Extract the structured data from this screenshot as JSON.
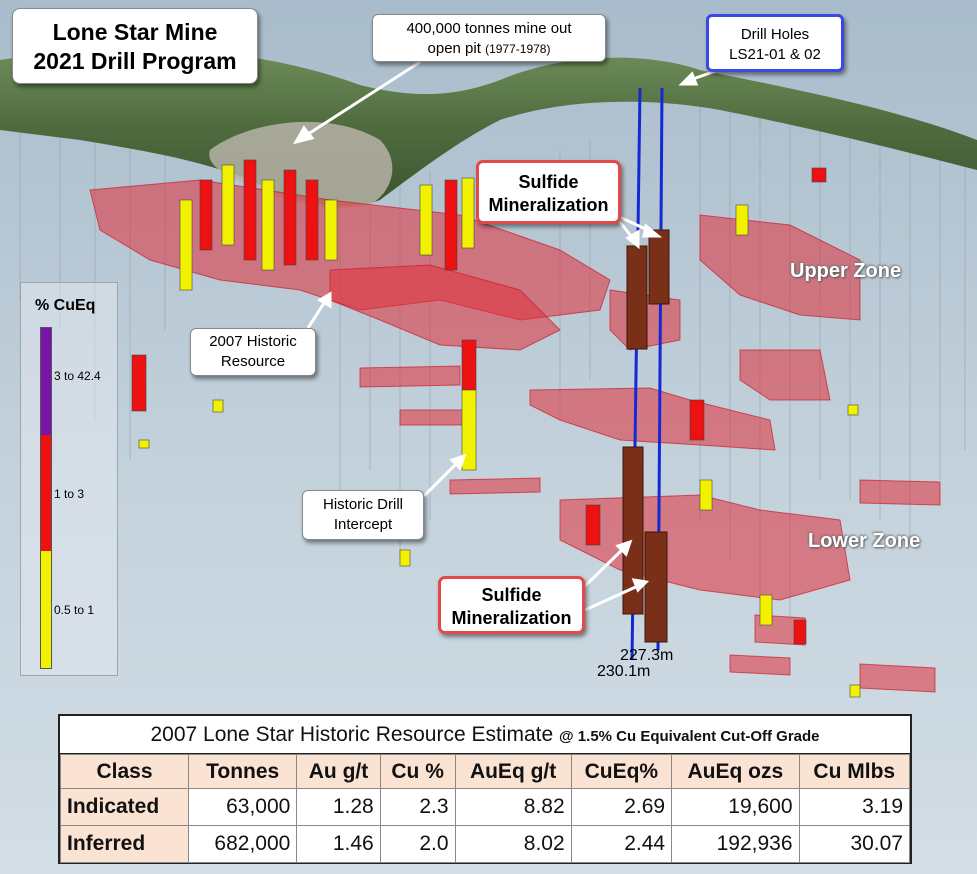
{
  "title": {
    "line1": "Lone Star Mine",
    "line2": "2021 Drill Program"
  },
  "callouts": {
    "pit": {
      "line1": "400,000 tonnes mine out",
      "line2": "open pit",
      "years": "(1977-1978)"
    },
    "drill_holes": {
      "line1": "Drill Holes",
      "line2": "LS21-01 & 02"
    },
    "sulfide_upper": {
      "line1": "Sulfide",
      "line2": "Mineralization"
    },
    "sulfide_lower": {
      "line1": "Sulfide",
      "line2": "Mineralization"
    },
    "historic_resource": {
      "line1": "2007 Historic",
      "line2": "Resource"
    },
    "historic_drill": {
      "line1": "Historic Drill",
      "line2": "Intercept"
    }
  },
  "zones": {
    "upper": "Upper Zone",
    "lower": "Lower Zone"
  },
  "depths": {
    "hole1": "227.3m",
    "hole2": "230.1m"
  },
  "legend": {
    "title": "% CuEq",
    "items": [
      {
        "label": "3 to 42.4",
        "color": "#7a14a8"
      },
      {
        "label": "1 to 3",
        "color": "#ee1111"
      },
      {
        "label": "0.5 to 1",
        "color": "#f2f200"
      }
    ]
  },
  "table": {
    "title": "2007 Lone Star Historic Resource Estimate",
    "subtitle": "@ 1.5% Cu Equivalent Cut-Off Grade",
    "headers": [
      "Class",
      "Tonnes",
      "Au g/t",
      "Cu %",
      "AuEq g/t",
      "CuEq%",
      "AuEq ozs",
      "Cu Mlbs"
    ],
    "rows": [
      [
        "Indicated",
        "63,000",
        "1.28",
        "2.3",
        "8.82",
        "2.69",
        "19,600",
        "3.19"
      ],
      [
        "Inferred",
        "682,000",
        "1.46",
        "2.0",
        "8.02",
        "2.44",
        "192,936",
        "30.07"
      ]
    ]
  }
}
